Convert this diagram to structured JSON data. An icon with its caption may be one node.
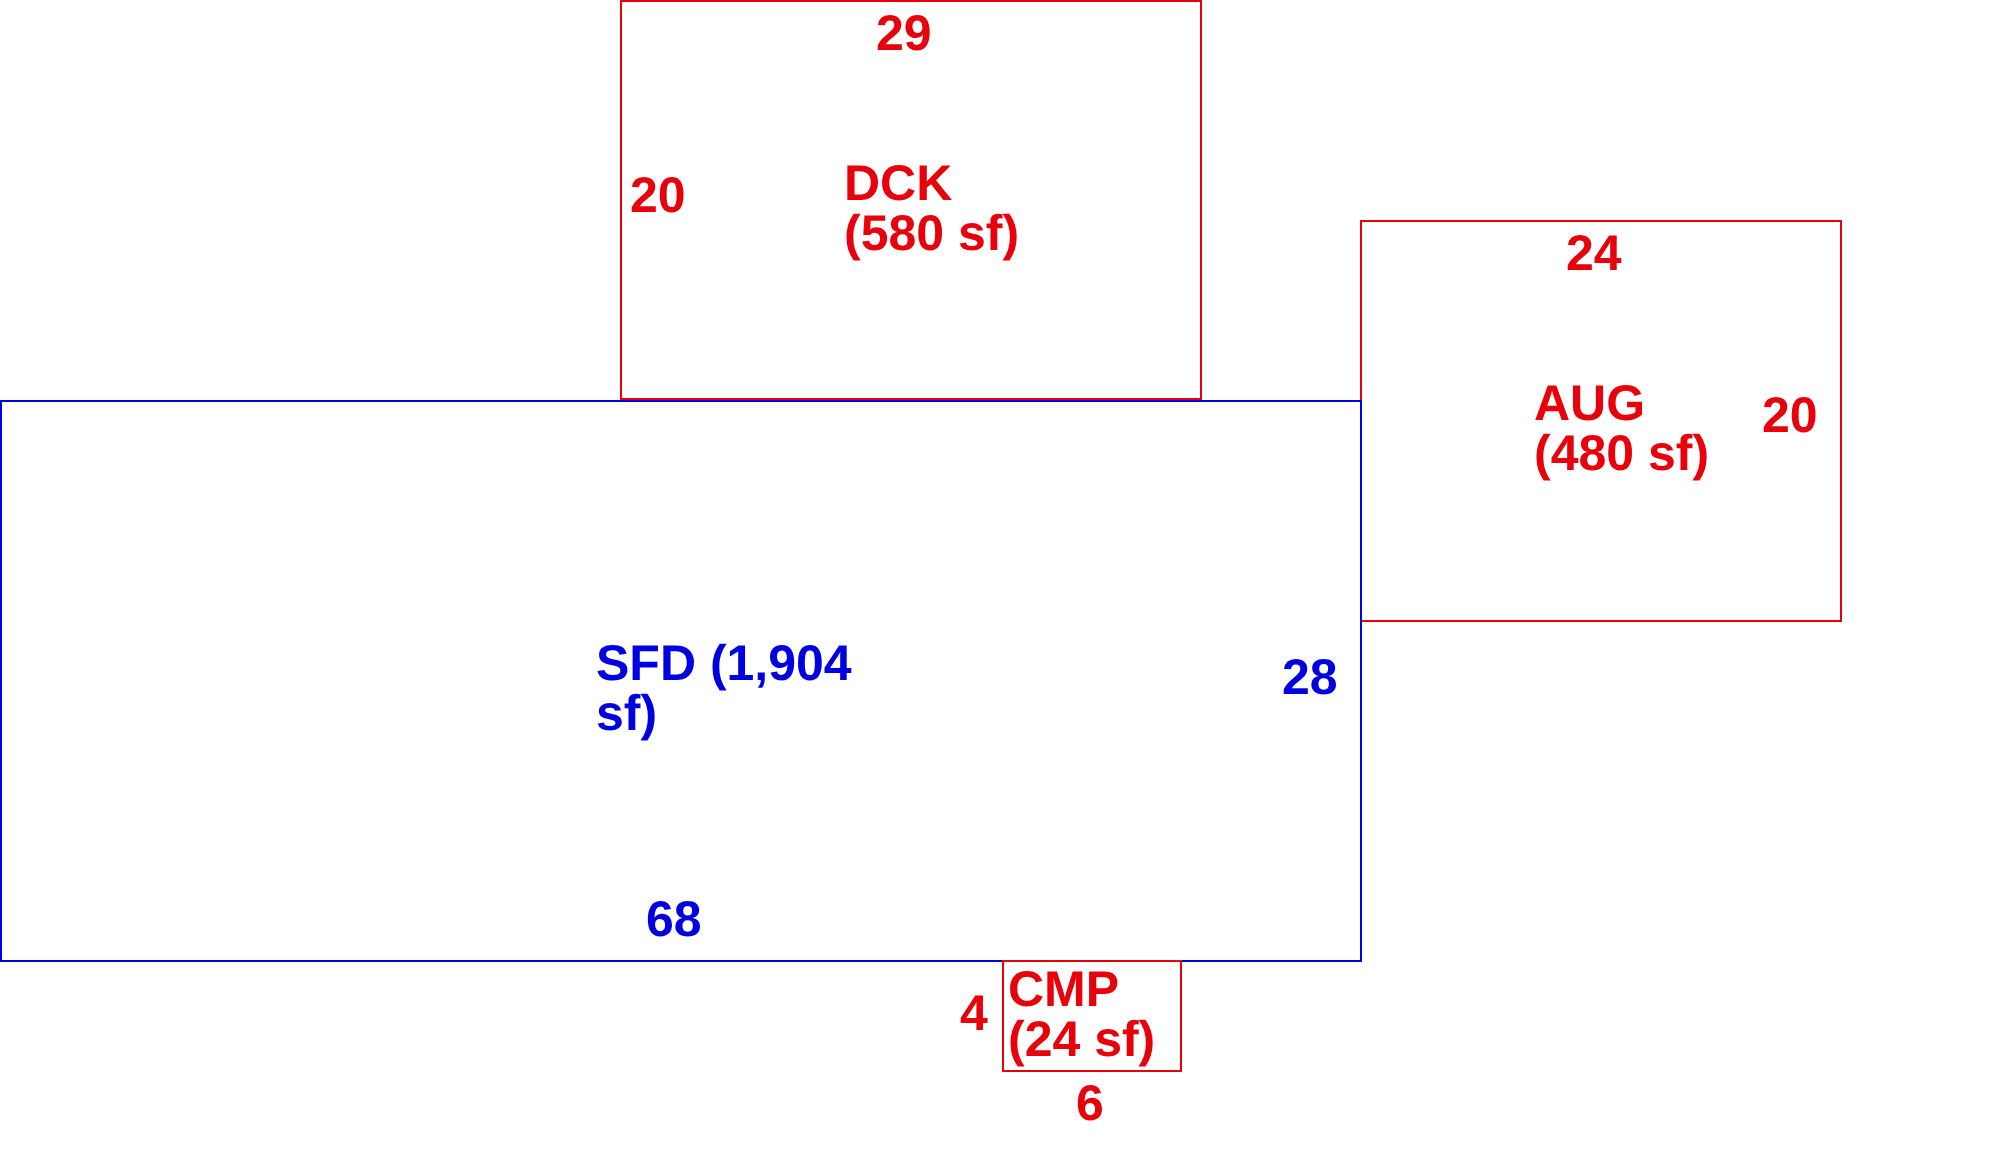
{
  "diagram": {
    "nodes": [
      {
        "text": [
          "DCK (580 sf)"
        ]
      },
      {
        "text": [
          "AUG (480 sf)"
        ]
      },
      {
        "text": [
          "SFD (1,904 sf)"
        ]
      },
      {
        "text": [
          "CMP (24 sf)"
        ]
      }
    ],
    "labels": [
      "29",
      "20",
      "24",
      "20",
      "28",
      "68",
      "4",
      "6"
    ]
  }
}
